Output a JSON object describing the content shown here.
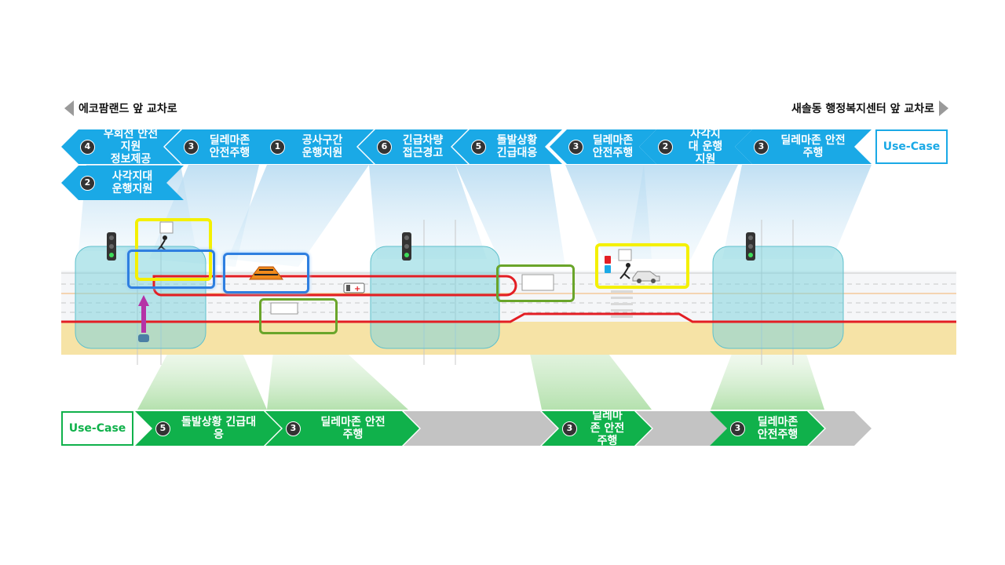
{
  "endpoints": {
    "left": "에코팜랜드 앞 교차로",
    "right": "새솔동 행정복지센터 앞 교차로"
  },
  "top_steps": [
    {
      "num": "4",
      "label": "우회전 안전지원\n정보제공"
    },
    {
      "num": "3",
      "label": "딜레마존\n안전주행"
    },
    {
      "num": "1",
      "label": "공사구간\n운행지원"
    },
    {
      "num": "6",
      "label": "긴급차량\n접근경고"
    },
    {
      "num": "5",
      "label": "돌발상황\n긴급대응"
    },
    {
      "num": "3",
      "label": "딜레마존\n안전주행"
    },
    {
      "num": "2",
      "label": "사각지\n대 운행\n지원"
    },
    {
      "num": "3",
      "label": "딜레마존 안전\n주행"
    }
  ],
  "top_extra": {
    "num": "2",
    "label": "사각지대\n운행지원"
  },
  "usecase_top": "Use-Case",
  "usecase_bottom": "Use-Case",
  "bottom_steps": [
    {
      "num": "5",
      "label": "돌발상황 긴급대\n응"
    },
    {
      "num": "3",
      "label": "딜레마존 안전\n주행"
    },
    {
      "num": "",
      "label": ""
    },
    {
      "num": "3",
      "label": "딜레마\n존 안전\n주행"
    },
    {
      "num": "",
      "label": ""
    },
    {
      "num": "3",
      "label": "딜레마존\n안전주행"
    },
    {
      "num": "",
      "label": ""
    }
  ],
  "colors": {
    "top_chevron": "#1aa9e6",
    "bottom_chevron": "#10b14b",
    "bottom_gray": "#c3c3c3",
    "route_line": "#e31e24",
    "intersection_zone": "#7fd3dc",
    "yellow_box": "#f4f000",
    "blue_box": "#2f7fe0",
    "green_box": "#6aa52a",
    "road_band": "#f6e3a6"
  }
}
